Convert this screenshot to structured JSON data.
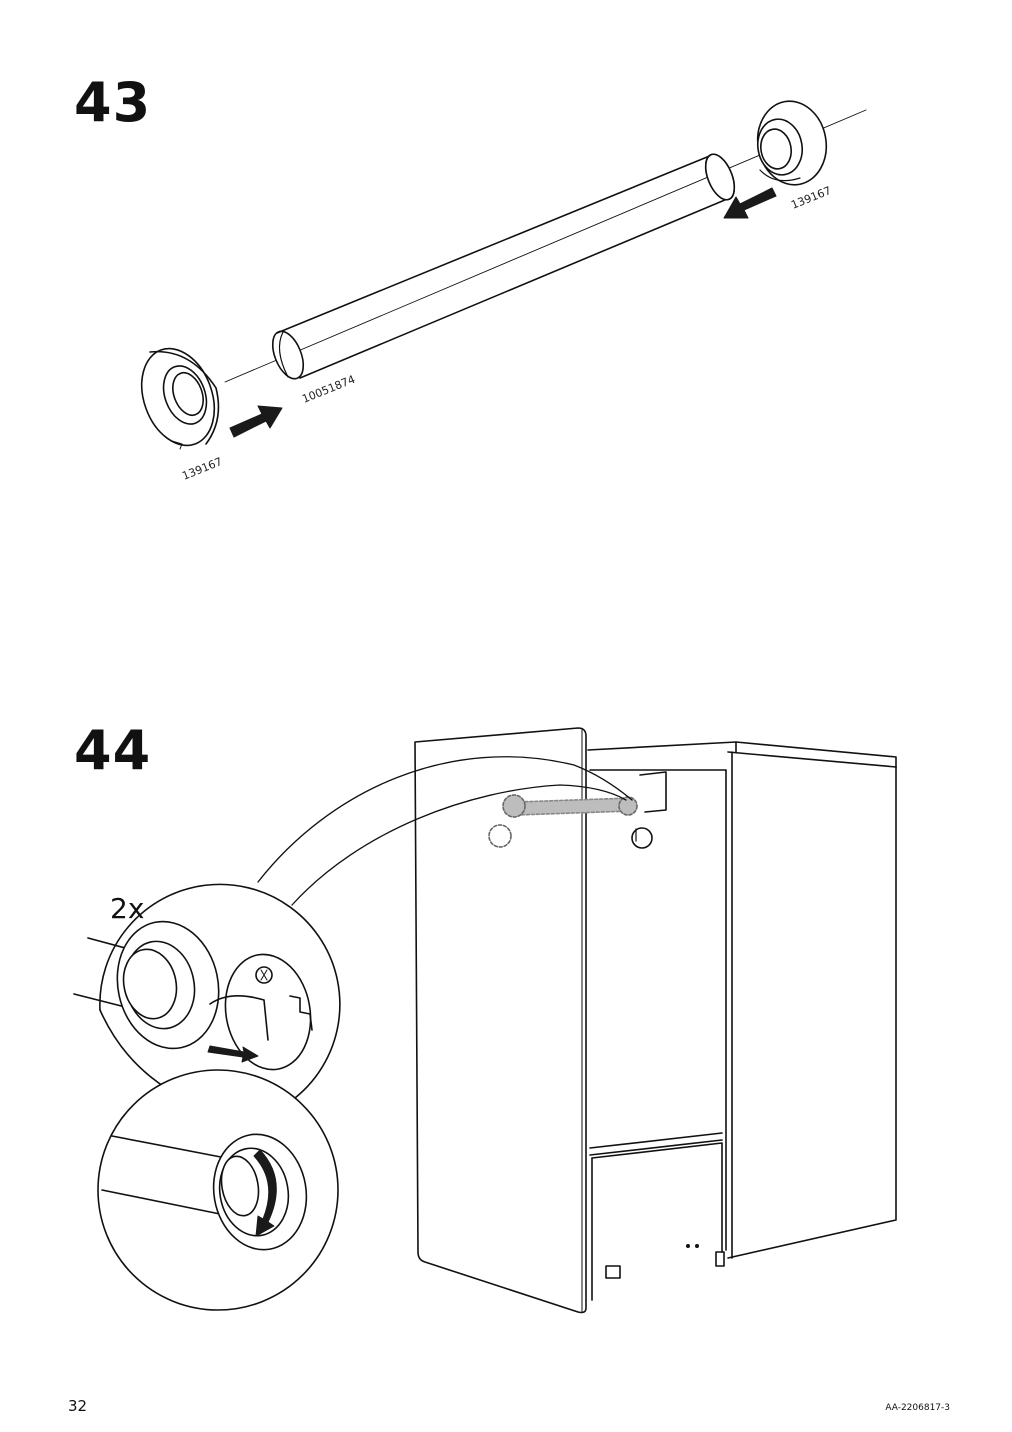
{
  "steps": [
    {
      "number": "43",
      "parts": {
        "end_cap_left": "139167",
        "rail": "10051874",
        "end_cap_right": "139167"
      }
    },
    {
      "number": "44",
      "quantity": "2x"
    }
  ],
  "footer": {
    "page_number": "32",
    "document_code": "AA-2206817-3"
  },
  "colors": {
    "line": "#111111",
    "arrow": "#1a1a1a",
    "highlight": "#bdbdbd"
  }
}
